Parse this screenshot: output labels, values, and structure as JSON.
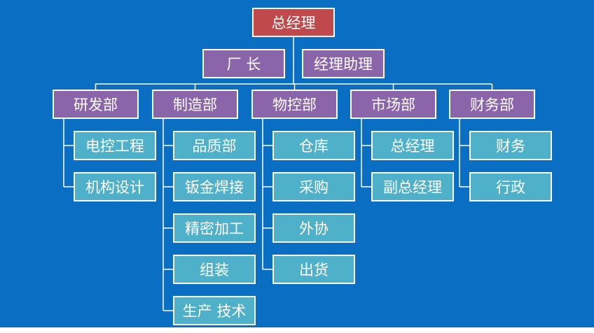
{
  "top": {
    "label": "总经理"
  },
  "second": [
    {
      "id": "factory-director",
      "label": "厂 长"
    },
    {
      "id": "gm-assistant",
      "label": "经理助理"
    }
  ],
  "departments": [
    {
      "id": "rd",
      "label": "研发部",
      "children": [
        "电控工程",
        "机构设计"
      ]
    },
    {
      "id": "manufacturing",
      "label": "制造部",
      "children": [
        "品质部",
        "钣金焊接",
        "精密加工",
        "组装",
        "生产 技术"
      ]
    },
    {
      "id": "material-control",
      "label": "物控部",
      "children": [
        "仓库",
        "采购",
        "外协",
        "出货"
      ]
    },
    {
      "id": "marketing",
      "label": "市场部",
      "children": [
        "总经理",
        "副总经理"
      ]
    },
    {
      "id": "finance",
      "label": "财务部",
      "children": [
        "财务",
        "行政"
      ]
    }
  ],
  "colors": {
    "background": "#0a6fc3",
    "top_box": "#c0494b",
    "level2_box": "#8b65a9",
    "leaf_box": "#4fb0c9",
    "lines": "#ffffff"
  }
}
